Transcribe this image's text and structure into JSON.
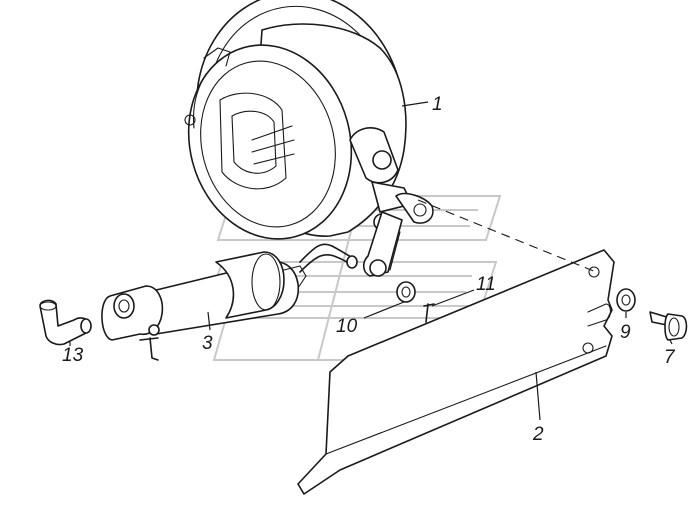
{
  "callouts": {
    "c1": "1",
    "c2": "2",
    "c3": "3",
    "c7": "7",
    "c9": "9",
    "c10": "10",
    "c11": "11",
    "c13": "13"
  },
  "colors": {
    "ink": "#1a1a1a",
    "watermark": "#c8c8c8",
    "background": "#ffffff"
  }
}
